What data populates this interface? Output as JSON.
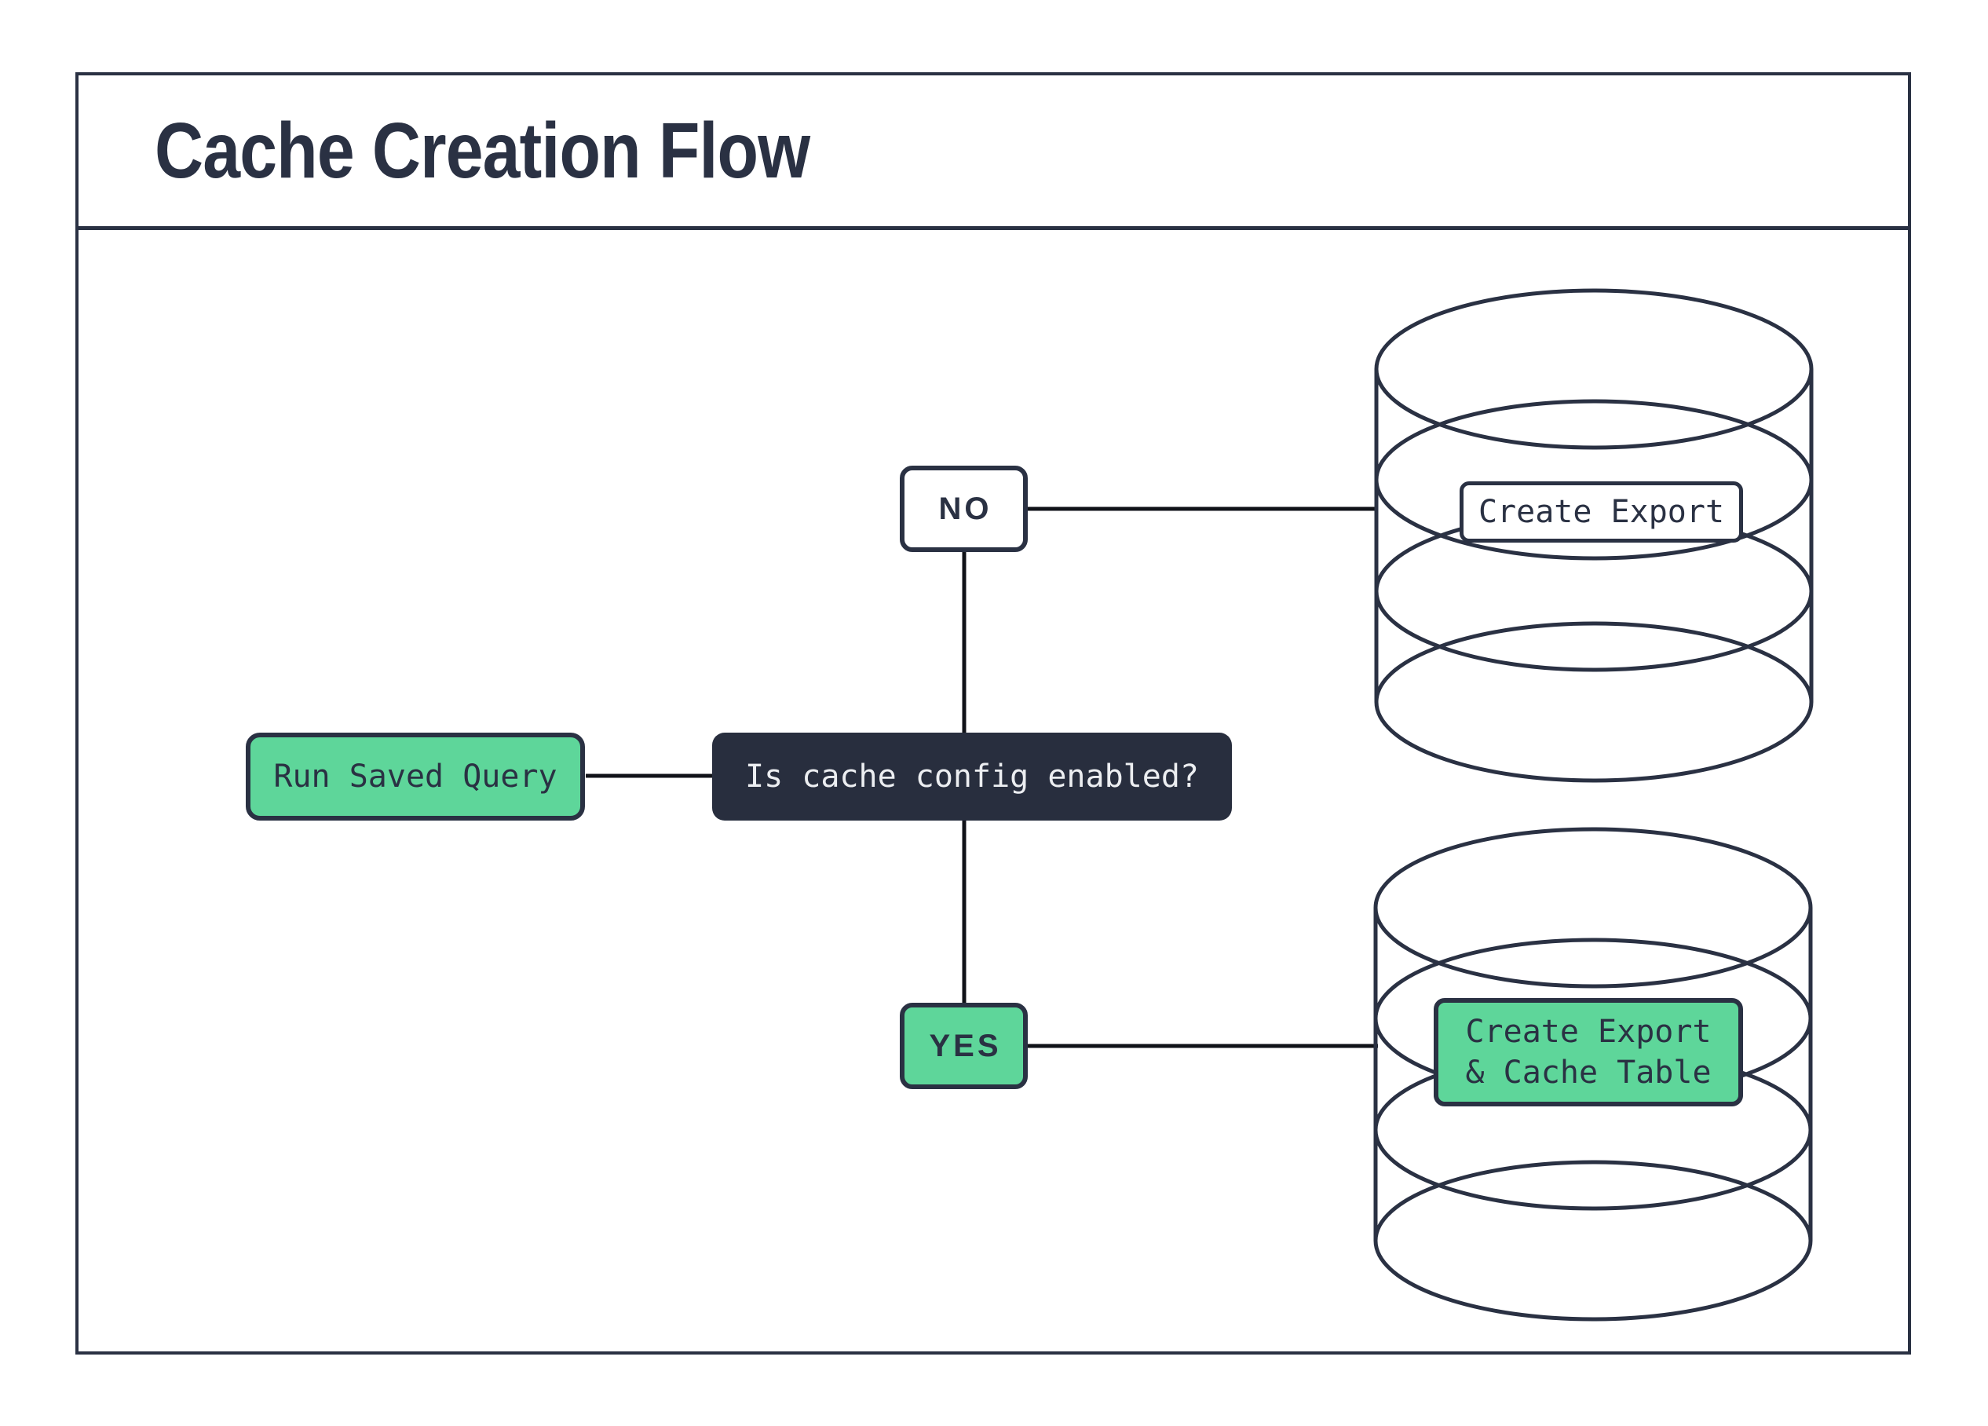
{
  "title": "Cache Creation Flow",
  "colors": {
    "ink": "#2a3143",
    "green": "#5ed69a",
    "decision_bg": "#282e3e",
    "connector": "#101218",
    "light_text": "#eceef1",
    "paper": "#ffffff"
  },
  "diagram": {
    "nodes": {
      "start": {
        "label": "Run Saved Query"
      },
      "decision": {
        "label": "Is cache config enabled?"
      },
      "branch_no": {
        "label": "NO"
      },
      "branch_yes": {
        "label": "YES"
      },
      "outcome_no": {
        "label": "Create Export",
        "icon": "database-icon"
      },
      "outcome_yes": {
        "label": "Create Export\n& Cache Table",
        "icon": "database-icon"
      }
    }
  }
}
